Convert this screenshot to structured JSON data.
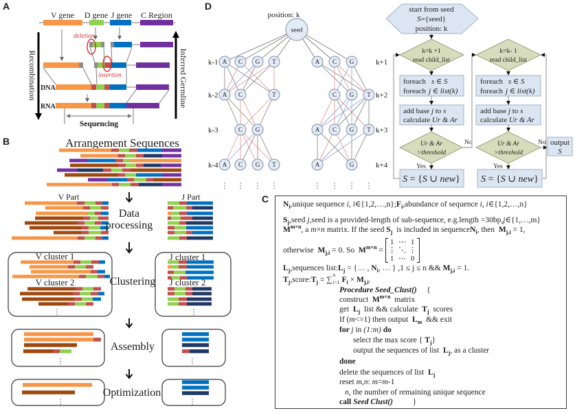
{
  "figure": {
    "panel_labels": {
      "a": "A",
      "b": "B",
      "c": "C",
      "d": "D"
    }
  },
  "palette": {
    "v_orange": "#f79646",
    "v_brown": "#9e480e",
    "d_green": "#92d050",
    "insertion_red": "#c0504d",
    "j_blue": "#0070c0",
    "j_navy": "#1f3864",
    "c_purple": "#7030a0",
    "deleted_gray": "#8c8c8c",
    "annotation_red": "#d42a2a",
    "node_fill": "#e3ebf6",
    "node_stroke": "#8090a8",
    "edge_gray": "#8c8c8c",
    "edge_red": "#e89a9a",
    "edge_blue": "#98a8d8",
    "flow_diamond_fill": "#d6dcbc",
    "flow_box_fill": "#dce6f2"
  },
  "panel_a": {
    "gene_labels": [
      "V gene",
      "D gene",
      "J gene",
      "C Region"
    ],
    "deletion_label": "deletion",
    "insertion_label": "insertion",
    "dna_label": "DNA",
    "rna_label": "RNA",
    "left_axis_label": "Recombination",
    "right_axis_label": "Inferred Germline",
    "sequencing_label": "Sequencing"
  },
  "panel_b": {
    "title": "Arrangement Sequences",
    "v_part_label": "V Part",
    "j_part_label": "J Part",
    "data_processing": [
      "Data",
      "processing"
    ],
    "clustering": "Clustering",
    "assembly": "Assembly",
    "optimization": "Optimization",
    "v_cluster_labels": [
      "V cluster 1",
      "V cluster 2"
    ],
    "j_cluster_labels": [
      "J cluster 1",
      "J cluster 2"
    ],
    "ellipsis": "⋮"
  },
  "panel_d": {
    "position_label": "position: k",
    "seed_label": "seed",
    "ellipsis": "⋮",
    "left_levels": [
      {
        "label": "k-1",
        "nodes": [
          "A",
          "C",
          "G",
          "T"
        ]
      },
      {
        "label": "k-2",
        "nodes": [
          "A",
          "C",
          "T"
        ]
      },
      {
        "label": "k-3",
        "nodes": [
          "C",
          "G"
        ]
      },
      {
        "label": "k-4",
        "nodes": [
          "A",
          "C",
          "G",
          "T"
        ]
      }
    ],
    "right_levels": [
      {
        "label": "k+1",
        "nodes": [
          "A",
          "C",
          "G"
        ]
      },
      {
        "label": "k+2",
        "nodes": [
          "C",
          "G",
          "T"
        ]
      },
      {
        "label": "k+3",
        "nodes": [
          "A",
          "C",
          "G",
          "T"
        ]
      },
      {
        "label": "k+4",
        "nodes": [
          "A",
          "G"
        ]
      }
    ],
    "flowchart": {
      "start_title": "start from seed",
      "start_set": [
        "S",
        "={seed}"
      ],
      "start_position": "position: k",
      "forward_step": [
        "k=k +1",
        "read child_list"
      ],
      "backward_step": [
        "k=k- 1",
        "read child_list"
      ],
      "loop_keyword": "foreach",
      "loop_s": [
        "s",
        " ∈ ",
        "S"
      ],
      "loop_j": [
        "j",
        " ∈ ",
        "list(k)"
      ],
      "extend_line1": [
        "add base ",
        "j",
        " to ",
        "s"
      ],
      "extend_line2": [
        "calculate ",
        "Ur & Ar"
      ],
      "condition": [
        "Ur & Ar",
        ">threshold"
      ],
      "yes_label": "Yes",
      "no_label": "No",
      "update": [
        "S",
        " = {",
        "S",
        " ∪ ",
        "new",
        "}"
      ],
      "output": [
        "output",
        "S"
      ]
    }
  },
  "panel_c": {
    "matrix": [
      [
        "1",
        "⋯",
        "1"
      ],
      [
        "⋮",
        "⋱",
        "⋮"
      ],
      [
        "1",
        "⋯",
        "0"
      ]
    ],
    "lines": [
      [
        {
          "t": "N",
          "s": "b"
        },
        {
          "t": "i",
          "s": "bsub"
        },
        {
          "t": ",unique sequence "
        },
        {
          "t": "i",
          "s": "i"
        },
        {
          "t": ", "
        },
        {
          "t": "i",
          "s": "i"
        },
        {
          "t": "∈{1,2,…,n};"
        },
        {
          "t": "F",
          "s": "b"
        },
        {
          "t": "i",
          "s": "bsub"
        },
        {
          "t": ",abundance of sequence "
        },
        {
          "t": "i",
          "s": "i"
        },
        {
          "t": ", "
        },
        {
          "t": "i",
          "s": "i"
        },
        {
          "t": "∈{1,2,…,n}"
        }
      ],
      [
        {
          "t": "S",
          "s": "b"
        },
        {
          "t": "j",
          "s": "bsub"
        },
        {
          "t": ",seed "
        },
        {
          "t": "j",
          "s": "i"
        },
        {
          "t": ",seed is a provided-length of sub-sequence, e.g.length =30bp,"
        },
        {
          "t": "j",
          "s": "i"
        },
        {
          "t": "∈{1,…,m}"
        }
      ],
      [
        {
          "t": "M",
          "s": "b"
        },
        {
          "t": "m×n",
          "s": "sup"
        },
        {
          "t": ", a "
        },
        {
          "t": "m",
          "s": "i"
        },
        {
          "t": "×"
        },
        {
          "t": "n",
          "s": "i"
        },
        {
          "t": " matrix. If the seed "
        },
        {
          "t": "S",
          "s": "b"
        },
        {
          "t": "j",
          "s": "bsub"
        },
        {
          "t": "  is included in sequence"
        },
        {
          "t": "N",
          "s": "b"
        },
        {
          "t": "i",
          "s": "bsub"
        },
        {
          "t": ", then  "
        },
        {
          "t": "M",
          "s": "b"
        },
        {
          "t": "j,i",
          "s": "bsub"
        },
        {
          "t": " = 1,"
        }
      ],
      [
        {
          "t": "otherwise  "
        },
        {
          "t": "M",
          "s": "b"
        },
        {
          "t": "j,i",
          "s": "bsub"
        },
        {
          "t": " = 0. So  "
        },
        {
          "t": "M",
          "s": "b"
        },
        {
          "t": "m×n",
          "s": "sup"
        },
        {
          "t": " = "
        },
        {
          "s": "matrix"
        }
      ],
      [
        {
          "t": "L",
          "s": "b"
        },
        {
          "t": "j",
          "s": "bsub"
        },
        {
          "t": ",sequences list:"
        },
        {
          "t": "L",
          "s": "b"
        },
        {
          "t": "j",
          "s": "bsub"
        },
        {
          "t": " = {… , "
        },
        {
          "t": "N",
          "s": "b"
        },
        {
          "t": "i",
          "s": "bsub"
        },
        {
          "t": ", … } ,1 ≤ j ≤ n && "
        },
        {
          "t": "M",
          "s": "b"
        },
        {
          "t": "j,i",
          "s": "bsub"
        },
        {
          "t": " = 1."
        }
      ],
      [
        {
          "t": "T",
          "s": "b"
        },
        {
          "t": "j",
          "s": "bsub"
        },
        {
          "t": ",score:"
        },
        {
          "t": "T",
          "s": "b"
        },
        {
          "t": "j",
          "s": "bsub"
        },
        {
          "t": " = ∑"
        },
        {
          "s": "ss",
          "u": "n",
          "t": "i=1"
        },
        {
          "t": "F",
          "s": "b"
        },
        {
          "t": "i",
          "s": "bsub"
        },
        {
          "t": " × "
        },
        {
          "t": "M",
          "s": "b"
        },
        {
          "t": "j,i",
          "s": "bsub"
        },
        {
          "t": "."
        }
      ],
      [
        {
          "t": "Procedure Seed_Clust()",
          "s": "bi"
        },
        {
          "t": "     {"
        }
      ],
      [
        {
          "t": "construct  "
        },
        {
          "t": "M",
          "s": "b"
        },
        {
          "t": "m×n",
          "s": "sup"
        },
        {
          "t": "  matrix"
        }
      ],
      [
        {
          "t": "get  "
        },
        {
          "t": "L",
          "s": "b"
        },
        {
          "t": "j",
          "s": "bsub"
        },
        {
          "t": "  list && calculate  "
        },
        {
          "t": "T",
          "s": "b"
        },
        {
          "t": "j",
          "s": "bsub"
        },
        {
          "t": "  scores"
        }
      ],
      [
        {
          "t": "If ("
        },
        {
          "t": "m",
          "s": "i"
        },
        {
          "t": "<=1) then output  "
        },
        {
          "t": "L",
          "s": "b"
        },
        {
          "t": "m",
          "s": "bsub"
        },
        {
          "t": "  && exit"
        }
      ],
      [
        {
          "t": "for ",
          "s": "b"
        },
        {
          "t": "j",
          "s": "i"
        },
        {
          "t": " in "
        },
        {
          "t": "(1:m)",
          "s": "i"
        },
        {
          "t": " do",
          "s": "b"
        }
      ],
      [
        {
          "t": "select the max score { "
        },
        {
          "t": "T",
          "s": "b"
        },
        {
          "t": "j",
          "s": "bsub"
        },
        {
          "t": "}"
        }
      ],
      [
        {
          "t": "output the sequences of list  "
        },
        {
          "t": "L",
          "s": "b"
        },
        {
          "t": "j",
          "s": "bsub"
        },
        {
          "t": ", as a cluster"
        }
      ],
      [
        {
          "t": "done",
          "s": "b"
        }
      ],
      [
        {
          "t": "delete the sequences of list  "
        },
        {
          "t": "L",
          "s": "b"
        },
        {
          "t": "j",
          "s": "bsub"
        }
      ],
      [
        {
          "t": "reset "
        },
        {
          "t": "m,n",
          "s": "i"
        },
        {
          "t": ": "
        },
        {
          "t": "m",
          "s": "i"
        },
        {
          "t": "="
        },
        {
          "t": "m",
          "s": "i"
        },
        {
          "t": "-1"
        }
      ],
      [
        {
          "t": "n",
          "s": "i"
        },
        {
          "t": ", the number of remaining unique sequence"
        }
      ],
      [
        {
          "t": "call ",
          "s": "b"
        },
        {
          "t": "Seed Clust()",
          "s": "bi"
        },
        {
          "t": "          }"
        }
      ]
    ]
  }
}
